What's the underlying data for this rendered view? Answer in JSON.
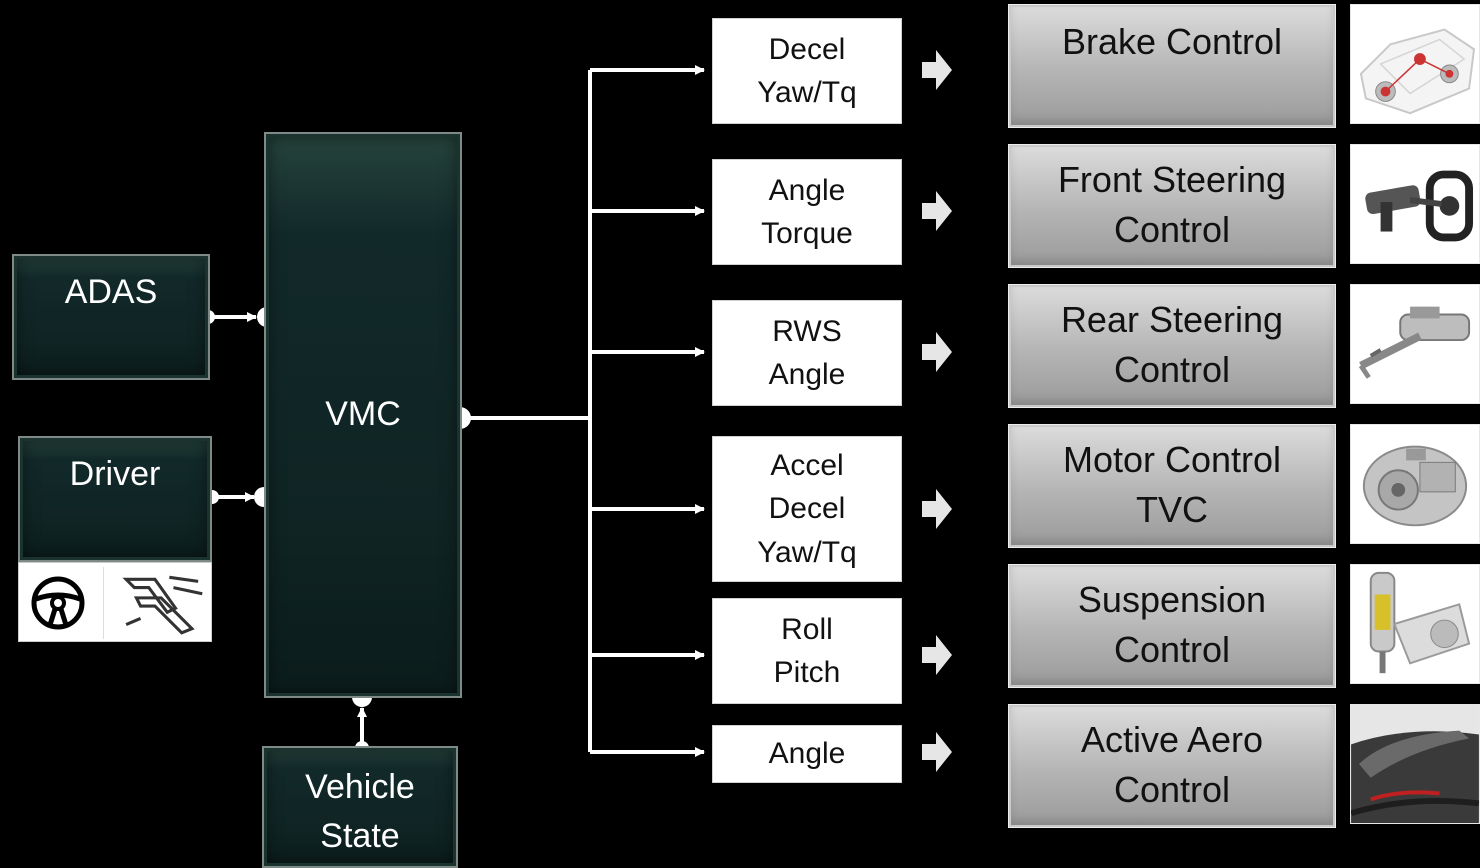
{
  "inputs": {
    "adas": "ADAS",
    "driver": "Driver",
    "vehicle_state": "Vehicle\nState"
  },
  "vmc": {
    "label": "VMC"
  },
  "signals": [
    "Decel\nYaw/Tq",
    "Angle\nTorque",
    "RWS\nAngle",
    "Accel\nDecel\nYaw/Tq",
    "Roll\nPitch",
    "Angle"
  ],
  "controls": [
    {
      "label": "Brake Control",
      "icon": "car-brake-system-image"
    },
    {
      "label": "Front Steering\nControl",
      "icon": "steering-wheel-column-image"
    },
    {
      "label": "Rear Steering\nControl",
      "icon": "rear-steering-actuator-image"
    },
    {
      "label": "Motor Control\nTVC",
      "icon": "electric-motor-image"
    },
    {
      "label": "Suspension\nControl",
      "icon": "suspension-damper-image"
    },
    {
      "label": "Active Aero\nControl",
      "icon": "rear-spoiler-image"
    }
  ],
  "driver_icons": [
    "steering-wheel-icon",
    "pedals-icon"
  ],
  "colors": {
    "background": "#000000",
    "green_box": "#12292a",
    "wire": "#ffffff"
  }
}
